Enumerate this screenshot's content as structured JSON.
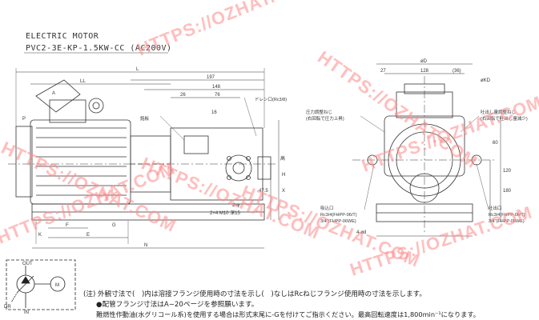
{
  "handwritten": {
    "line1": "ELECTRIC MOTOR",
    "line2": "PVC2-3E-KP-1.5KW-CC (AC200V)"
  },
  "side_view": {
    "dims": {
      "L": "L",
      "LL": "LL",
      "A": "A",
      "d197": "197",
      "d148": "148",
      "d76": "76",
      "d26": "26",
      "d16": "16",
      "P": "P",
      "N": "N",
      "F": "F",
      "E": "E",
      "K": "K",
      "G": "G",
      "H": "H",
      "X": "X",
      "d475": "47.5",
      "d2phi": "2-φ",
      "holes": "2×4 M10 深15",
      "height_label": "高"
    },
    "labels": {
      "drain": "ドレン口(Rc3/8)",
      "gauge": "銘板",
      "pressure_adj": "圧力調整ねじ",
      "pressure_adj_sub": "(右回転で圧力上昇)",
      "flow_adj": "吐出し量調整ねじ",
      "flow_adj_sub": "(右回転で吐出し量減少)"
    }
  },
  "front_view": {
    "dims": {
      "phiD": "øD",
      "d27": "27",
      "d128": "128",
      "d36": "(36)",
      "phiKD": "øKD",
      "d120": "120",
      "d180": "180",
      "d60": "60",
      "d4": "4-ød"
    },
    "labels": {
      "suction": "吸込口",
      "suction_rc": "Rc3/4(FHPP-06/T)",
      "suction_sub": "3/4\"(FHPP-06WE)",
      "discharge": "吐出口",
      "discharge_rc": "Rc3/4(FHPP-06/T)",
      "discharge_sub": "3/4\"(FHPP-06WE)"
    }
  },
  "symbol": {
    "out": "OUT",
    "dr": "DR",
    "in": "IN",
    "motor": "M"
  },
  "notes": {
    "line1": "(注) 外観寸法で(　)内は溶接フランジ使用時の寸法を示し(　)なしはRcねじフランジ使用時の寸法を示します。",
    "line2": "●配管フランジ寸法はA−20ページを参照願います。",
    "line3": "難燃性作動油(水グリコール系)を使用する場合は形式末尾に-Gを付けてご指示ください。最高回転速度は1,800min⁻¹になります。"
  },
  "watermarks": [
    "HTTPS://OZHAT.COM",
    "HTTPS://OZHAT.COM",
    "HTTPS://OZHAT.COM",
    "HTTPS://OZHAT.COM",
    "HTTPS://OZHAT.COM",
    "HTTPS://OZHAT.COM",
    "HTTPS://OZHAT.COM",
    "HTTPS://OZHAT.COM"
  ]
}
